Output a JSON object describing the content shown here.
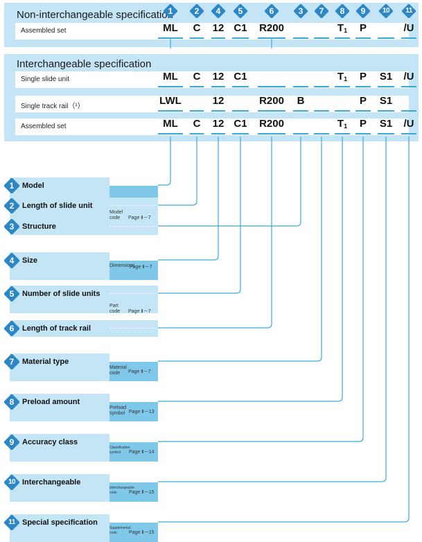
{
  "header_numbers": [
    "1",
    "2",
    "4",
    "5",
    "6",
    "3",
    "7",
    "8",
    "9",
    "10",
    "11"
  ],
  "non_interchangeable": {
    "title": "Non-interchangeable specification",
    "rows": [
      {
        "label": "Assembled set",
        "codes": {
          "c1": "ML",
          "c2": "C",
          "c3": "12",
          "c4": "C1",
          "c5": "R200",
          "c8": "T",
          "c8sub": "1",
          "c9": "P",
          "c11": "/U"
        }
      }
    ]
  },
  "interchangeable": {
    "title": "Interchangeable specification",
    "rows": [
      {
        "label": "Single slide unit",
        "codes": {
          "c1": "ML",
          "c2": "C",
          "c3": "12",
          "c4": "C1",
          "c8": "T",
          "c8sub": "1",
          "c9": "P",
          "c10": "S1",
          "c11": "/U"
        }
      },
      {
        "label": "Single track rail（¹）",
        "codes": {
          "c1": "LWL",
          "c3": "12",
          "c5": "R200",
          "c6": "B",
          "c9": "P",
          "c10": "S1"
        }
      },
      {
        "label": "Assembled set",
        "codes": {
          "c1": "ML",
          "c2": "C",
          "c3": "12",
          "c4": "C1",
          "c5": "R200",
          "c8": "T",
          "c8sub": "1",
          "c9": "P",
          "c10": "S1",
          "c11": "/U"
        }
      }
    ]
  },
  "items": [
    {
      "num": "1",
      "name": "Model"
    },
    {
      "num": "2",
      "name": "Length of slide unit"
    },
    {
      "num": "3",
      "name": "Structure"
    },
    {
      "num": "4",
      "name": "Size"
    },
    {
      "num": "5",
      "name": "Number of slide units"
    },
    {
      "num": "6",
      "name": "Length of track rail"
    },
    {
      "num": "7",
      "name": "Material type"
    },
    {
      "num": "8",
      "name": "Preload amount"
    },
    {
      "num": "9",
      "name": "Accuracy class"
    },
    {
      "num": "10",
      "name": "Interchangeable"
    },
    {
      "num": "11",
      "name": "Special specification"
    }
  ],
  "refs": [
    {
      "label": "Model code",
      "page": "Page Ⅱ－7"
    },
    {
      "label": "Dimensions",
      "page": "Page Ⅱ－7"
    },
    {
      "label": "Part code",
      "page": "Page Ⅱ－7"
    },
    {
      "label": "Material code",
      "page": "Page Ⅱ－7"
    },
    {
      "label": "Preload symbol",
      "page": "Page Ⅱ－13"
    },
    {
      "label": "Classification symbol",
      "page": "Page Ⅱ－14"
    },
    {
      "label": "Interchangeable code",
      "page": "Page Ⅱ－15"
    },
    {
      "label": "Supplemental code",
      "page": "Page Ⅱ－15"
    }
  ],
  "colors": {
    "accent": "#2e87c5",
    "panel": "#c3e5f5",
    "dark_bar": "#7fc8ea",
    "line": "#39a9d9"
  }
}
